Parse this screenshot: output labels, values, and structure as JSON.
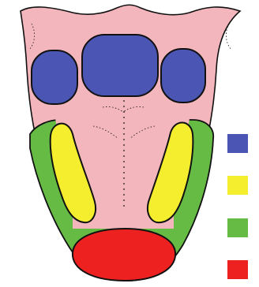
{
  "colors": {
    "tongue": "#f4b6bd",
    "outline": "#111111",
    "blue": "#4b55b4",
    "yellow": "#f4ee2e",
    "green": "#66bb45",
    "red": "#ee2121",
    "background": "#ffffff"
  },
  "legend": {
    "swatches": [
      {
        "color_key": "blue"
      },
      {
        "color_key": "yellow"
      },
      {
        "color_key": "green"
      },
      {
        "color_key": "red"
      }
    ]
  }
}
